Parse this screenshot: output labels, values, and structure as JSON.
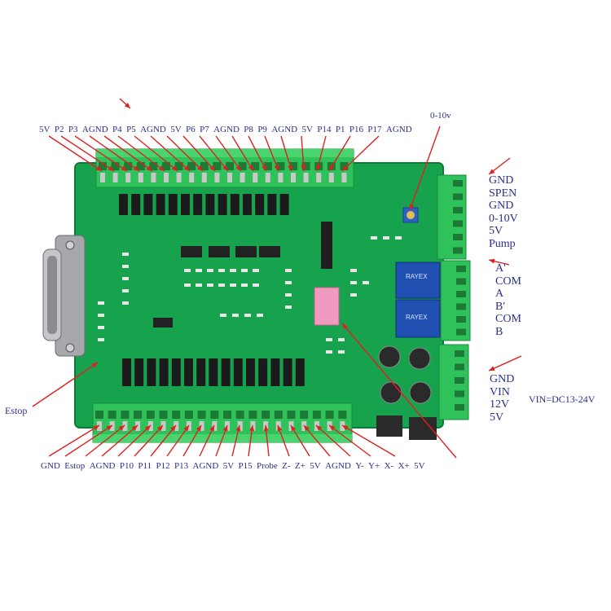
{
  "labels": {
    "top_pins": [
      "5V",
      "P2",
      "P3",
      "AGND",
      "P4",
      "P5",
      "AGND",
      "5V",
      "P6",
      "P7",
      "AGND",
      "P8",
      "P9",
      "AGND",
      "5V",
      "P14",
      "P1",
      "P16",
      "P17",
      "AGND"
    ],
    "bottom_pins": [
      "GND",
      "Estop",
      "AGND",
      "P10",
      "P11",
      "P12",
      "P13",
      "AGND",
      "5V",
      "P15",
      "Probe",
      "Z-",
      "Z+",
      "5V",
      "AGND",
      "Y-",
      "Y+",
      "X-",
      "X+",
      "5V"
    ],
    "spindle_block": [
      "GND",
      "SPEN",
      "GND",
      "0-10V",
      "5V",
      "Pump"
    ],
    "relay_block": [
      "A'",
      "COM",
      "A",
      "B'",
      "COM",
      "B"
    ],
    "power_block": [
      "GND",
      "VIN",
      "12V",
      "5V"
    ],
    "pot_label": "0-10v",
    "estop_label": "Estop",
    "vin_note": "VIN=DC13-24V"
  },
  "colors": {
    "board": "#17a34e",
    "terminal": "#2fc25a",
    "text": "#2a2f8f",
    "arrow": "#e02020",
    "relay": "#1f4fb0"
  }
}
